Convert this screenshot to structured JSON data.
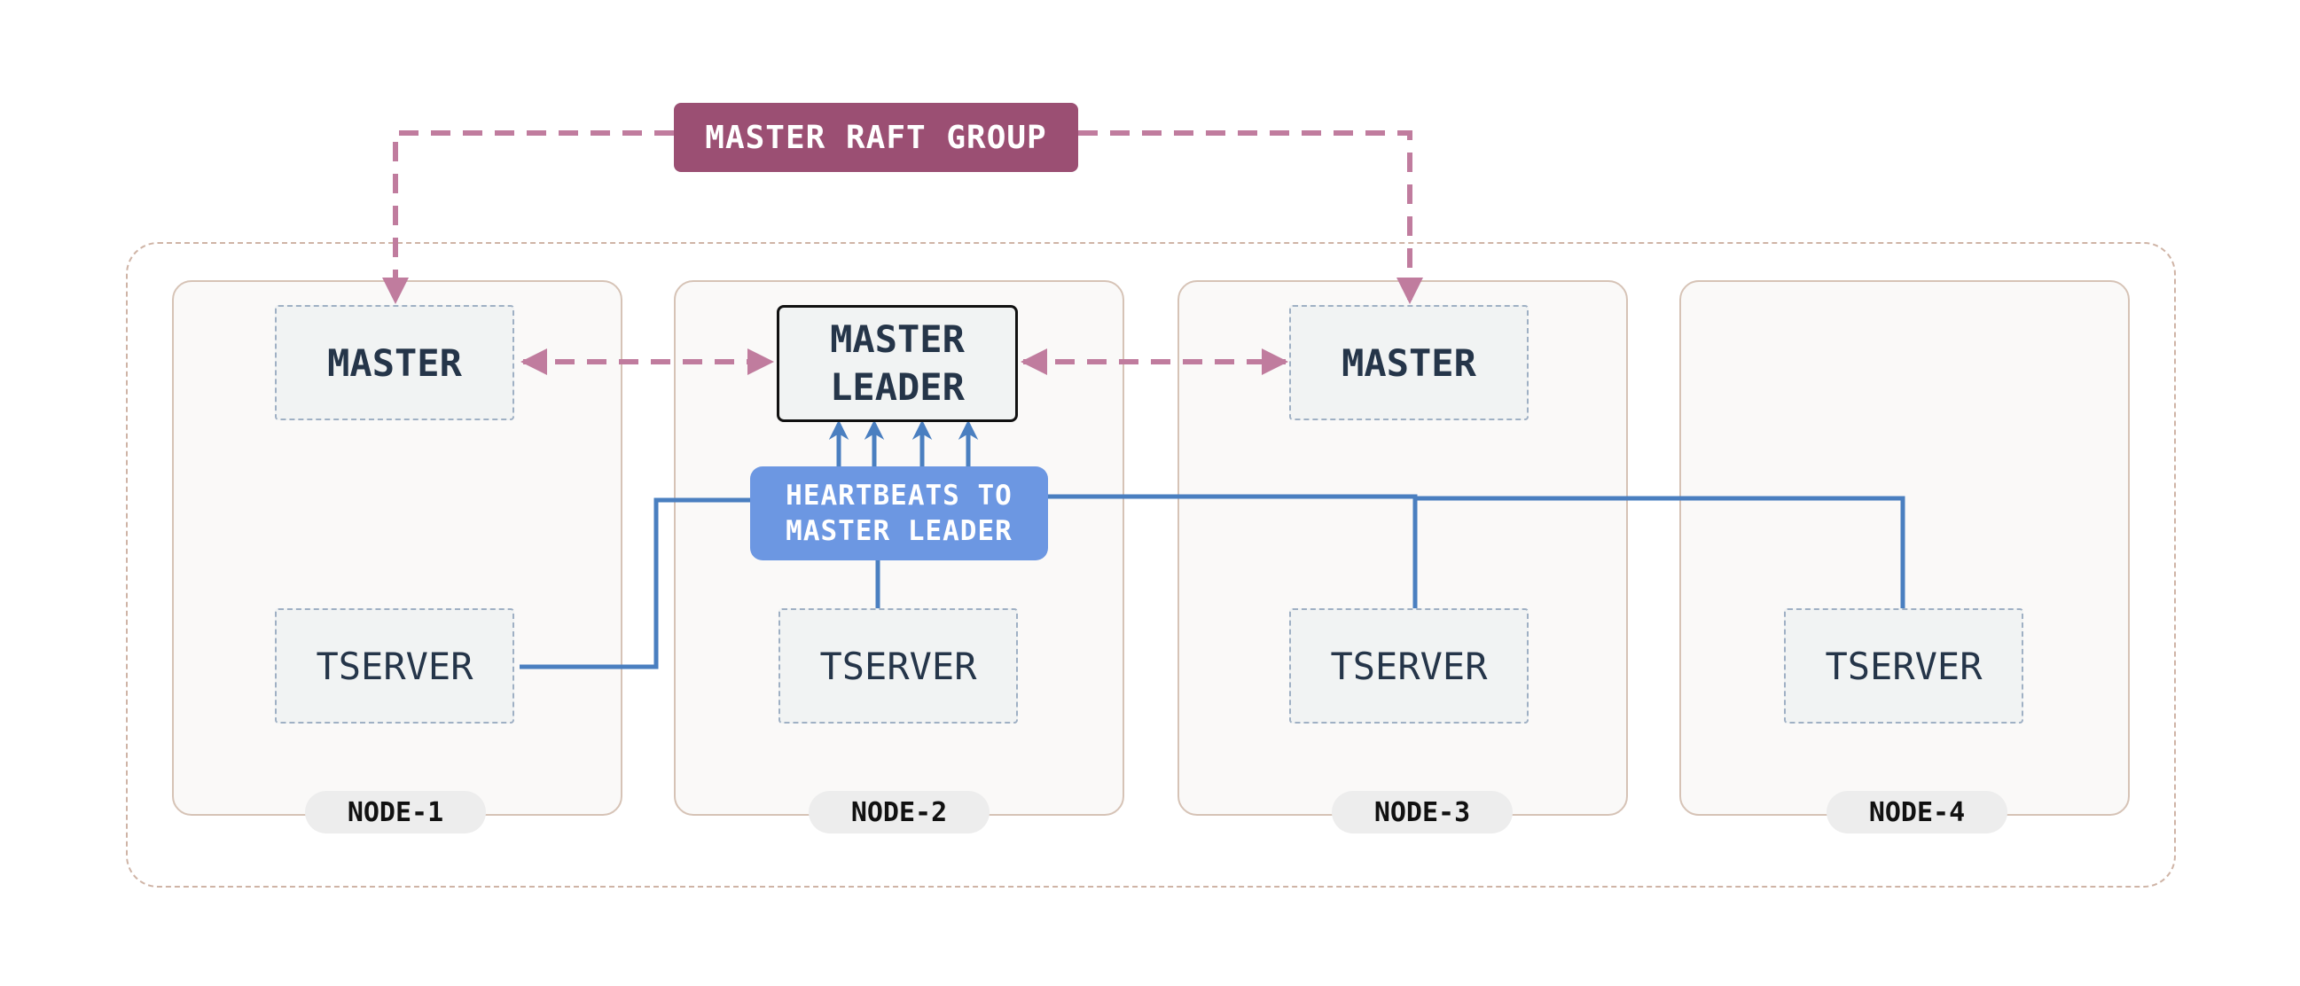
{
  "diagram": {
    "raft_group_label": "MASTER RAFT GROUP",
    "heartbeats_line1": "HEARTBEATS TO",
    "heartbeats_line2": "MASTER LEADER",
    "nodes": [
      {
        "label": "NODE-1",
        "master": "MASTER",
        "tserver": "TSERVER"
      },
      {
        "label": "NODE-2",
        "leader_line1": "MASTER",
        "leader_line2": "LEADER",
        "tserver": "TSERVER"
      },
      {
        "label": "NODE-3",
        "master": "MASTER",
        "tserver": "TSERVER"
      },
      {
        "label": "NODE-4",
        "tserver": "TSERVER"
      }
    ],
    "colors": {
      "raft_accent": "#9b4f73",
      "raft_arrow": "#c07c9e",
      "heartbeat_fill": "#6c97e2",
      "heartbeat_line": "#4a7fc0",
      "node_border": "#d6c3b6",
      "box_border": "#9fb0c4",
      "text_dark": "#253549"
    }
  }
}
